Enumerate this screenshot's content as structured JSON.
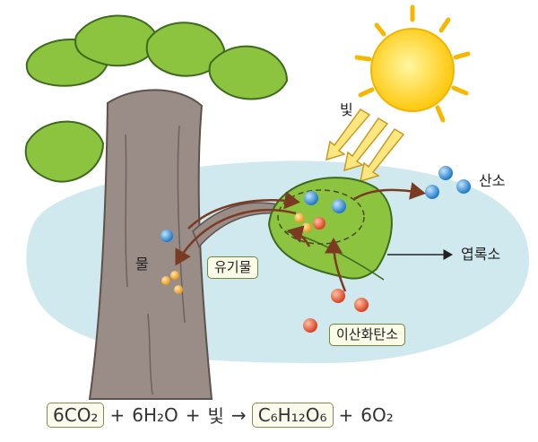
{
  "labels": {
    "light": "빛",
    "oxygen": "산소",
    "chloroplast": "엽록소",
    "water": "물",
    "organic": "유기물",
    "co2": "이산화탄소"
  },
  "equation": {
    "reactant_boxed": "6CO₂",
    "plus1": "+",
    "water": "6H₂O",
    "plus2": "+",
    "light": "빛",
    "arrow": "→",
    "product_boxed": "C₆H₁₂O₆",
    "plus3": "+",
    "oxygen": "6O₂"
  },
  "colors": {
    "leaf": "#8cc43f",
    "trunk": "#9a8c86",
    "sun": "#ffd21e",
    "background_blob": "#cfe9ef",
    "oxygen_ball": "#2f8fd6",
    "co2_ball": "#e8533a",
    "organic_ball": "#f0a93a"
  }
}
